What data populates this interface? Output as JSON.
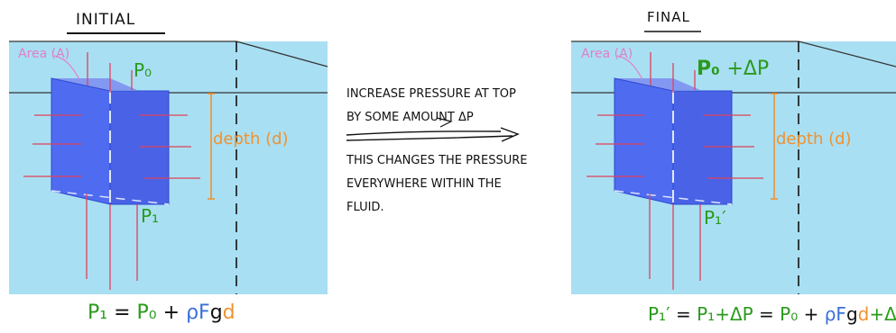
{
  "initial": {
    "title": "INITIAL",
    "area_label": "Area (A)",
    "top_pressure_label": "P₀",
    "bottom_pressure_label": "P₁",
    "depth_label": "depth (d)",
    "equation": {
      "lhs": "P₁",
      "eq": "=",
      "p0": "P₀",
      "plus": "+",
      "rho": "ρF",
      "g": "g",
      "d": "d"
    }
  },
  "final": {
    "title": "FINAL",
    "area_label": "Area (A)",
    "top_pressure_label": "P₀",
    "top_pressure_extra": "+ΔP",
    "bottom_pressure_label": "P₁′",
    "depth_label": "depth (d)",
    "equation": {
      "lhs": "P₁′",
      "eq1": "=",
      "p1dp": "P₁+ΔP",
      "eq2": "=",
      "p0": "P₀",
      "plus1": "+",
      "rho": "ρF",
      "g": "g",
      "d": "d",
      "plus2": "+ΔP"
    }
  },
  "middle_note": {
    "line1": "INCREASE PRESSURE AT TOP",
    "line2": "BY SOME AMOUNT ΔP",
    "line3": "THIS CHANGES THE PRESSURE",
    "line4": "EVERYWHERE WITHIN THE",
    "line5": "FLUID."
  },
  "colors": {
    "water": "#a9dff3",
    "cube_front": "#4f6cf0",
    "cube_side": "#4a63e6",
    "cube_top": "#6f7ff0",
    "pressure_text": "#2a9a1c",
    "depth": "#f0922e",
    "area": "#e07fc8",
    "arrow": "#e0405a",
    "rho": "#3b6fd8"
  }
}
